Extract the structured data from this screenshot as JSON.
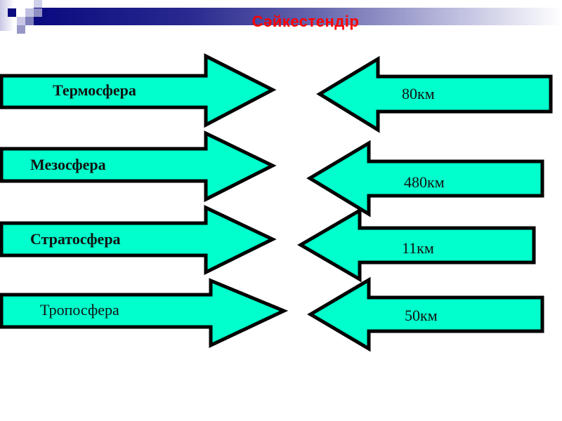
{
  "slide": {
    "title": "Сәйкестендір",
    "colors": {
      "title": "#ff0000",
      "arrow_fill": "#00ffcc",
      "arrow_stroke": "#000000",
      "header_band_start": "#0a0a80",
      "header_band_end": "#ffffff"
    }
  },
  "layers": [
    {
      "name": "Термосфера",
      "bold": true
    },
    {
      "name": "Мезосфера",
      "bold": true
    },
    {
      "name": "Стратосфера",
      "bold": true
    },
    {
      "name": "Тропосфера",
      "bold": false
    }
  ],
  "heights": [
    {
      "value": "80км"
    },
    {
      "value": "480км"
    },
    {
      "value": "11км"
    },
    {
      "value": "50км"
    }
  ]
}
